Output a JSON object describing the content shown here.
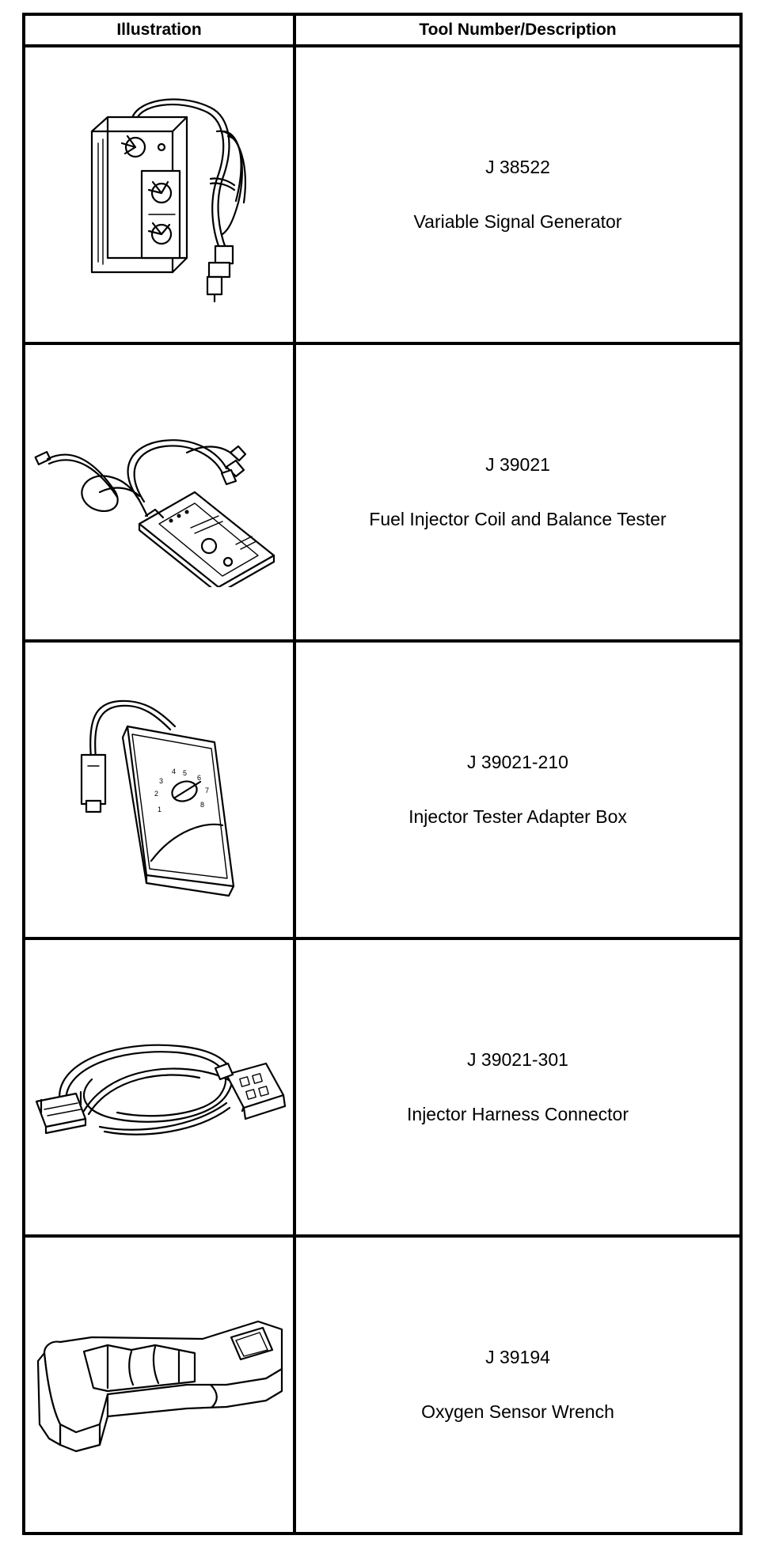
{
  "table": {
    "headers": {
      "illustration": "Illustration",
      "description": "Tool Number/Description"
    },
    "rows": [
      {
        "icon": "variable-signal-generator-illustration",
        "number": "J 38522",
        "description": "Variable Signal Generator"
      },
      {
        "icon": "injector-tester-illustration",
        "number": "J 39021",
        "description": "Fuel Injector Coil and Balance Tester"
      },
      {
        "icon": "adapter-box-illustration",
        "number": "J 39021-210",
        "description": "Injector Tester Adapter Box"
      },
      {
        "icon": "harness-connector-illustration",
        "number": "J 39021-301",
        "description": "Injector Harness Connector"
      },
      {
        "icon": "oxygen-sensor-wrench-illustration",
        "number": "J 39194",
        "description": "Oxygen Sensor Wrench"
      }
    ]
  },
  "illustrations": {
    "dial_numbers": [
      "1",
      "2",
      "3",
      "4",
      "5",
      "6",
      "7",
      "8"
    ]
  }
}
